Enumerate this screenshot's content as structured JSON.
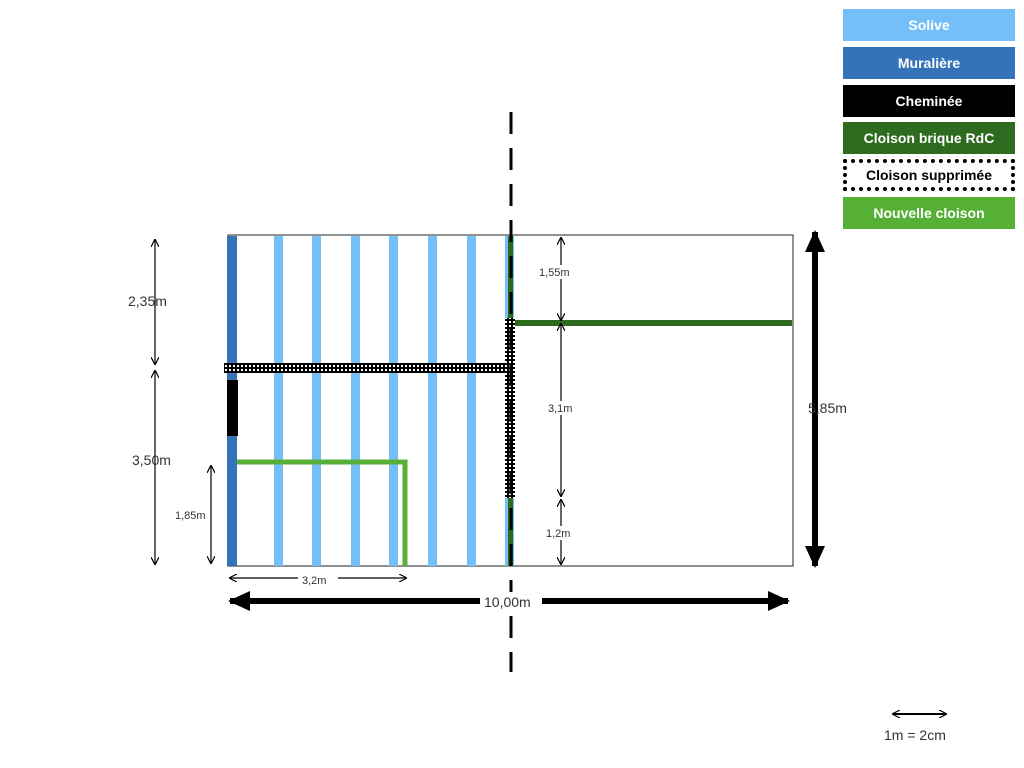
{
  "colors": {
    "solive": "#74bff8",
    "muraliere": "#3573b8",
    "cheminee": "#000000",
    "cloison_rdc": "#2e6b1f",
    "cloison_supprimee": "#000000",
    "nouvelle_cloison": "#57b036"
  },
  "legend": {
    "solive": "Solive",
    "muraliere": "Muralière",
    "cheminee": "Cheminée",
    "cloison_rdc": "Cloison brique RdC",
    "cloison_supprimee": "Cloison supprimée",
    "nouvelle_cloison": "Nouvelle cloison"
  },
  "dimensions": {
    "dim_2_35": "2,35m",
    "dim_3_50": "3,50m",
    "dim_1_85": "1,85m",
    "dim_3_2": "3,2m",
    "dim_10_00": "10,00m",
    "dim_5_85": "5,85m",
    "dim_1_55": "1,55m",
    "dim_3_1": "3,1m",
    "dim_1_2": "1,2m"
  },
  "scale": {
    "label": "1m = 2cm"
  }
}
